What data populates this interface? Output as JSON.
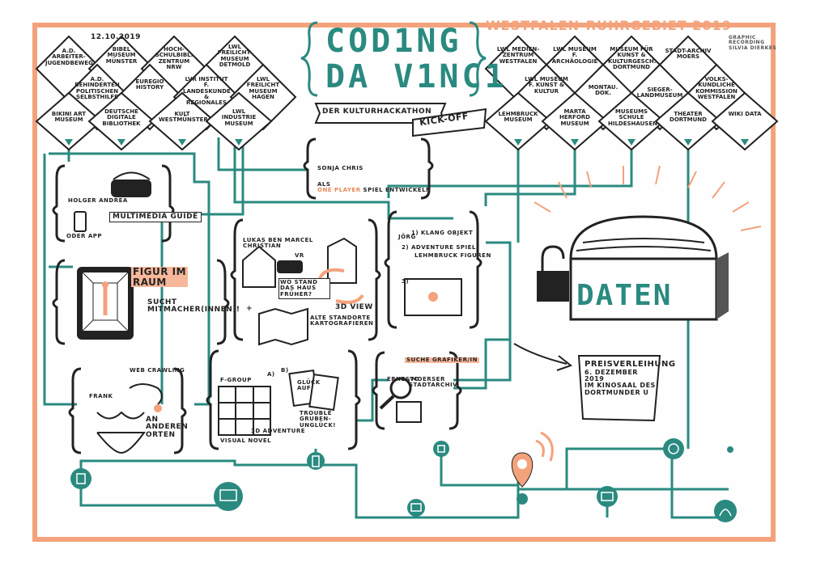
{
  "header": {
    "date": "12.10.2019",
    "title_line1": "COD1NG",
    "title_line2": "DA V1NC1",
    "subtitle": "DER KULTURHACKATHON",
    "kickoff": "KICK-OFF",
    "region": "WESTFALEN-RUHRGEBIET 2019",
    "credit_line1": "GRAPHIC",
    "credit_line2": "RECORDING",
    "credit_line3": "SILVIA DIERKES"
  },
  "partners_left": [
    "A.D. ARBEITER-JUGENDBEWEG.",
    "BIBEL MUSEUM MÜNSTER",
    "HOCH-SCHULBIBL. ZENTRUM NRW",
    "LWL FREILICHT-MUSEUM DETMOLD",
    "A.D. BEHINDERTEN POLITISCHEN SELBSTHILFE",
    "EUREGIO HISTORY",
    "LVR INSTITUT F. LANDESKUNDE & REGIONALES",
    "LWL FREILICHT MUSEUM HAGEN",
    "BIKINI ART MUSEUM",
    "DEUTSCHE DIGITALE BIBLIOTHEK",
    "KULT WESTMÜNSTER",
    "LWL INDUSTRIE MUSEUM"
  ],
  "partners_right": [
    "LWL MEDIEN-ZENTRUM WESTFALEN",
    "LWL MUSEUM F. ARCHÄOLOGIE",
    "MUSEUM FÜR KUNST & KULTURGESCH. DORTMUND",
    "STADT-ARCHIV MOERS",
    "LWL MUSEUM F. KUNST & KULTUR",
    "MONTAU. DOK.",
    "SIEGER-LANDMUSEUM",
    "VOLKS-KUNDLICHE KOMMISSION WESTFALEN",
    "LEHMBRUCK MUSEUM",
    "MARTA HERFORD MUSEUM",
    "MUSEUMS SCHULE HILDESHAUSEN",
    "THEATER DORTMUND",
    "WIKI DATA"
  ],
  "projects": {
    "kickoff_team": {
      "names": "SONJA CHRIS",
      "text_prefix": "ALS",
      "highlight": "ONE PLAYER",
      "text_suffix": "SPIEL ENTWICKELN"
    },
    "multimedia": {
      "names": "HOLGER ANDREA",
      "label": "MULTIMEDIA GUIDE",
      "extra": "ODER APP"
    },
    "figur": {
      "label_line1": "FIGUR IM",
      "label_line2": "RAUM",
      "extra": "SUCHT MITMACHER(INNEN)!"
    },
    "webcrawling": {
      "names": "FRANK",
      "label": "WEB CRAWLING",
      "extra_line1": "AN",
      "extra_line2": "ANDEREN",
      "extra_line3": "ORTEN"
    },
    "vr": {
      "names": "LUKAS BEN  MARCEL CHRISTIAN",
      "vr_label": "VR",
      "question": "WO STAND DAS HAUS FRÜHER?",
      "view": "3D VIEW",
      "maps": "ALTE STANDORTE KARTOGRAFIEREN",
      "plus": "+"
    },
    "fgroup": {
      "names": "F-GROUP",
      "a": "a)",
      "b": "b)",
      "adventure": "3D ADVENTURE",
      "novel": "VISUAL NOVEL",
      "glueck": "GLÜCK AUF",
      "trouble": "TROUBLE GRUBEN-UNGLÜCK!"
    },
    "klang": {
      "names": "JÖRG",
      "item1": "1) KLANG OBJEKT",
      "item2": "2) ADVENTURE SPIEL",
      "item2b": "LEHMBRUCK FIGUREN",
      "item3": "3)"
    },
    "ernesto": {
      "label": "SUCHE GRAFIKER/IN",
      "names": "ERNESTO",
      "extra": "/MOERSER STADTARCHIV"
    }
  },
  "data_chest": {
    "label": "DATEN"
  },
  "award": {
    "line1": "PREISVERLEIHUNG",
    "line2": "6. DEZEMBER 2019",
    "line3": "IM KINOSAAL DES",
    "line4": "DORTMUNDER U"
  },
  "colors": {
    "teal": "#2a8a80",
    "orange": "#f4a27b",
    "ink": "#222222"
  }
}
